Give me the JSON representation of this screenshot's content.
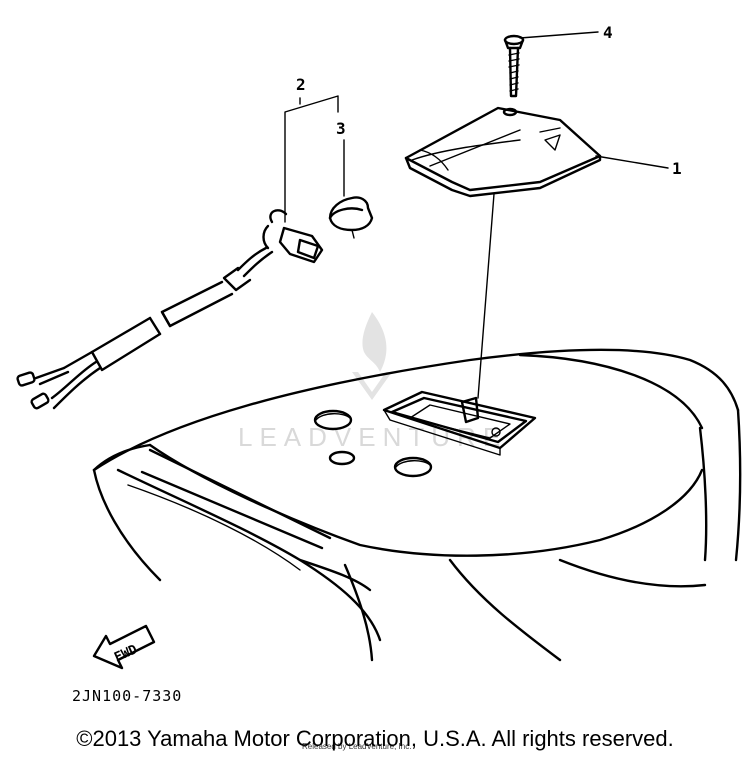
{
  "callouts": {
    "c1": "1",
    "c2": "2",
    "c3": "3",
    "c4": "4"
  },
  "diagram_code": "2JN100-7330",
  "fwd_label": "FWD",
  "watermark_text": "LEADVENTURE",
  "credit_text": "Released by LeadVenture, Inc.",
  "copyright": "©2013 Yamaha Motor Corporation, U.S.A. All rights reserved."
}
